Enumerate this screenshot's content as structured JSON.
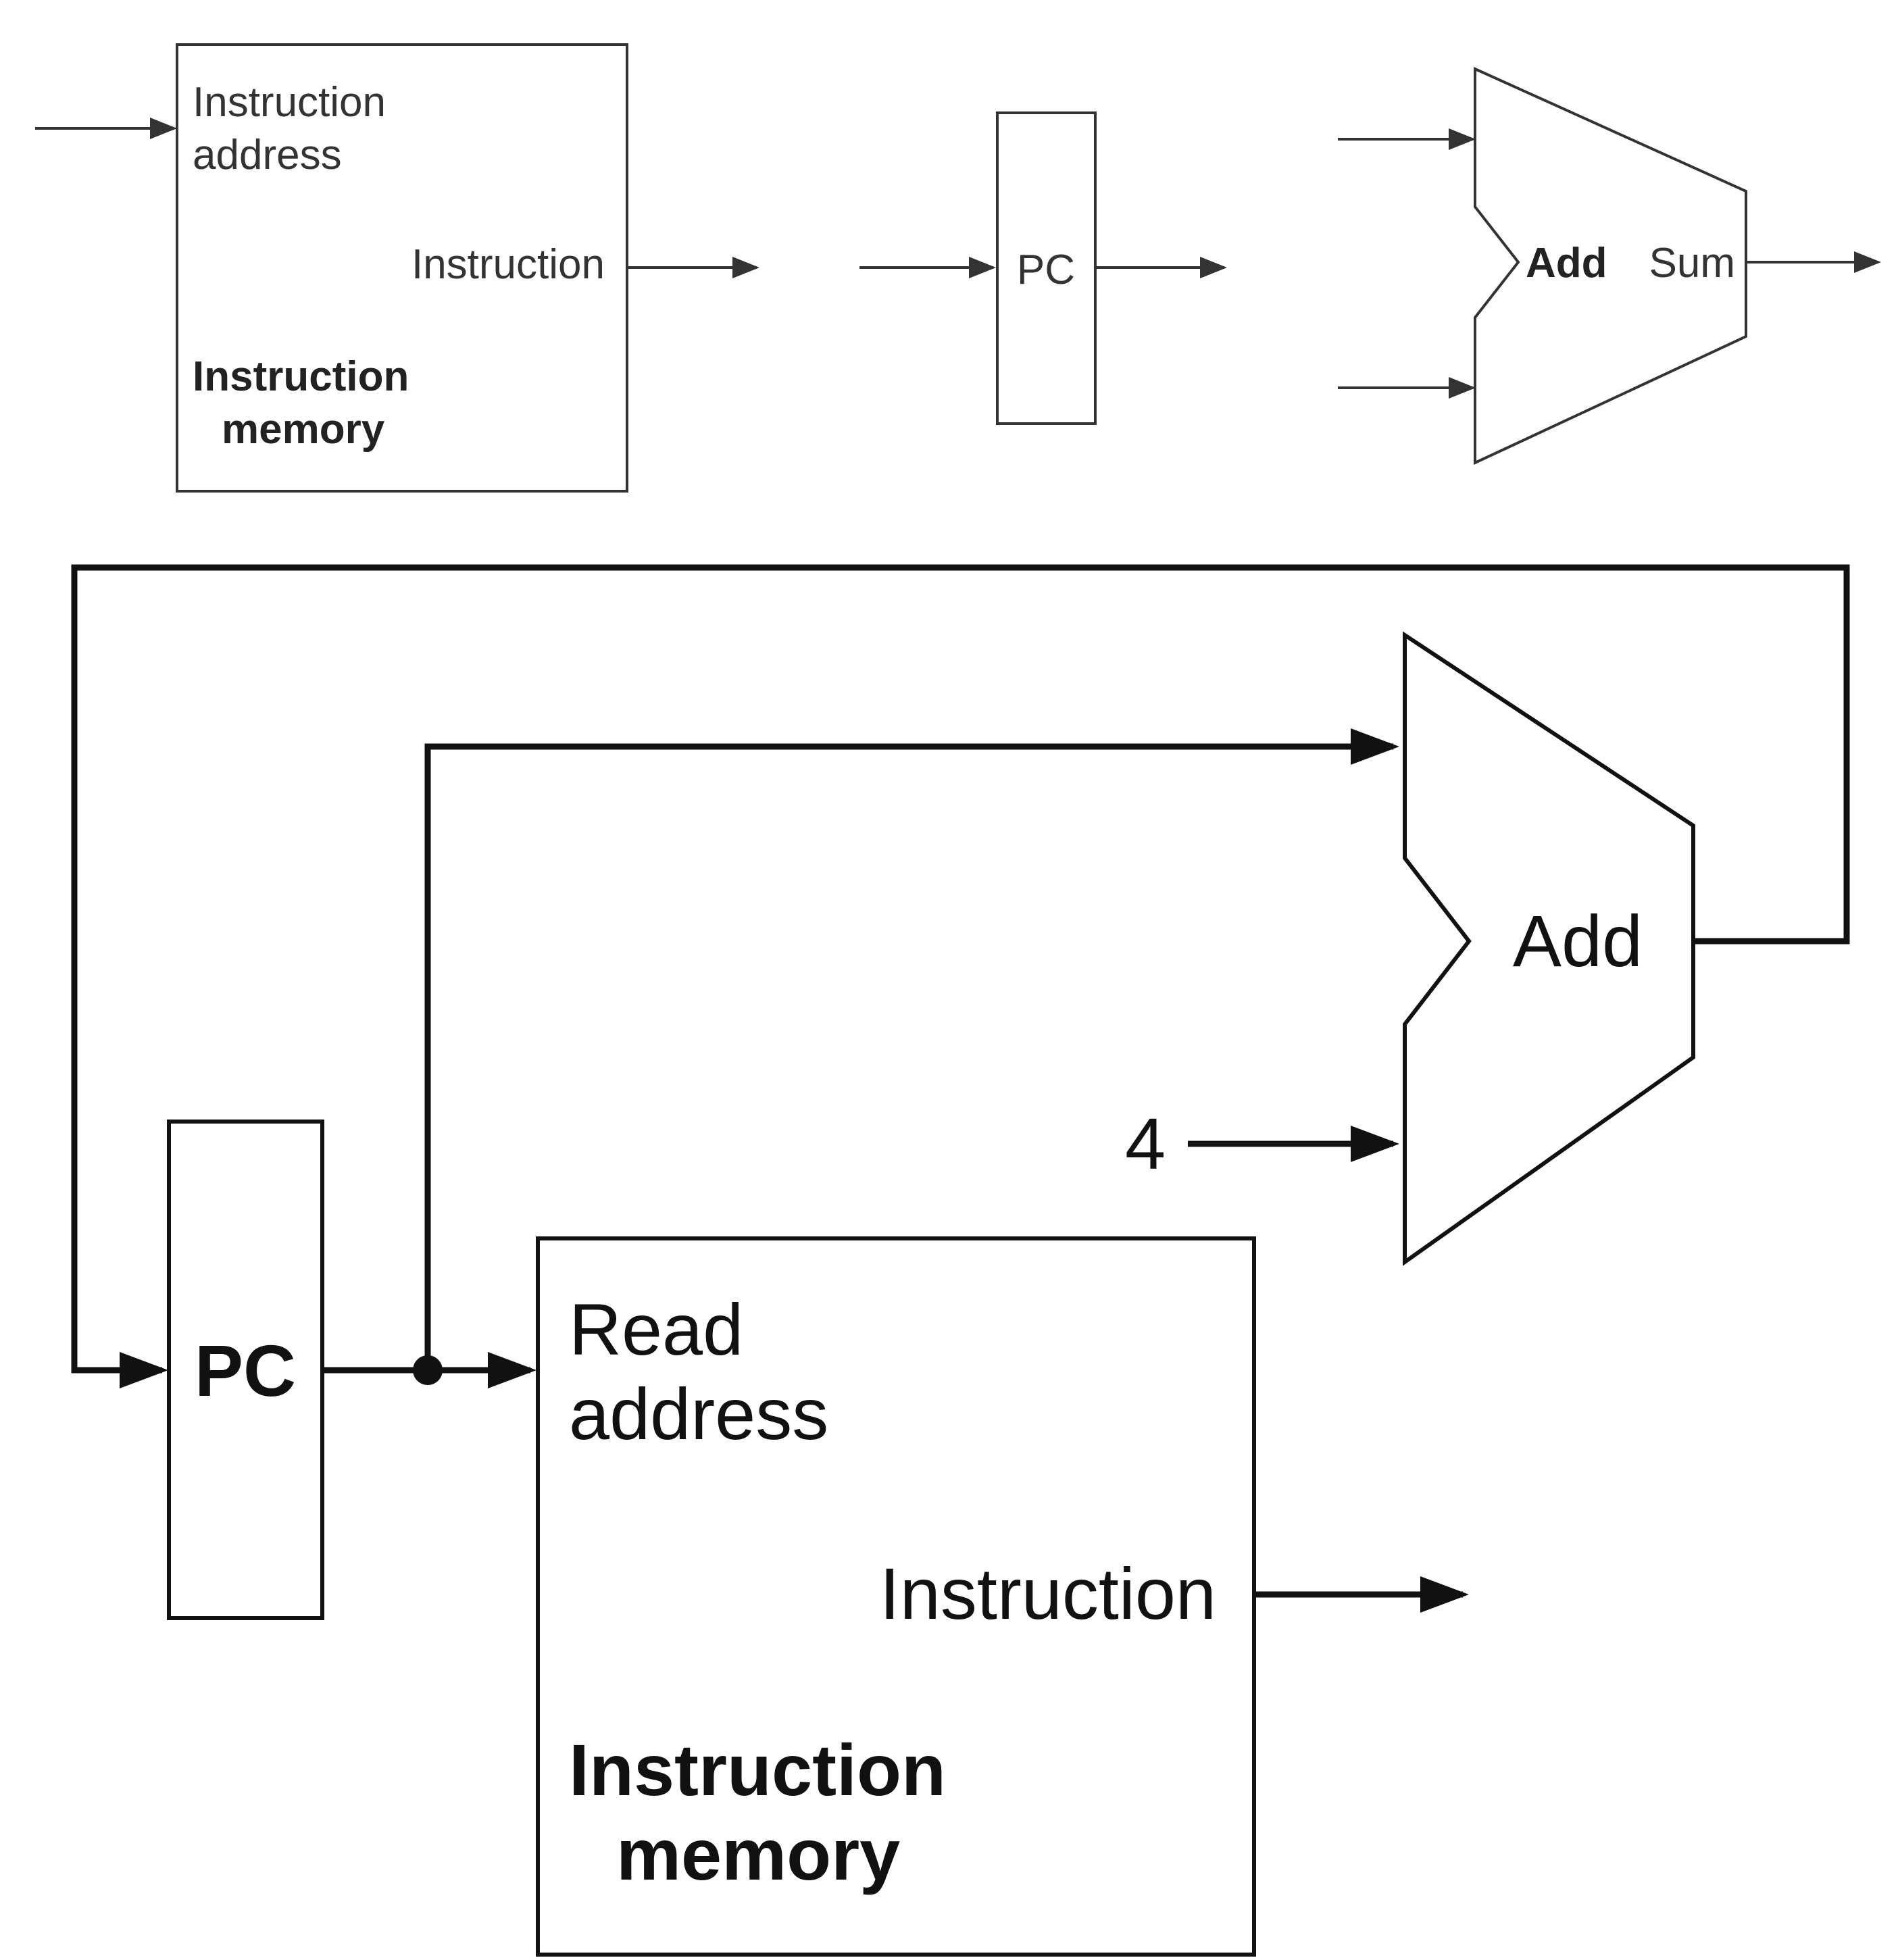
{
  "top": {
    "instruction_memory": {
      "input_label_line1": "Instruction",
      "input_label_line2": "address",
      "output_label": "Instruction",
      "title_line1": "Instruction",
      "title_line2": "memory"
    },
    "pc": {
      "label": "PC"
    },
    "adder": {
      "label": "Add",
      "output_label": "Sum"
    }
  },
  "bottom": {
    "pc": {
      "label": "PC"
    },
    "adder": {
      "label": "Add",
      "constant_input": "4"
    },
    "instruction_memory": {
      "input_label_line1": "Read",
      "input_label_line2": "address",
      "output_label": "Instruction",
      "title_line1": "Instruction",
      "title_line2": "memory"
    }
  }
}
